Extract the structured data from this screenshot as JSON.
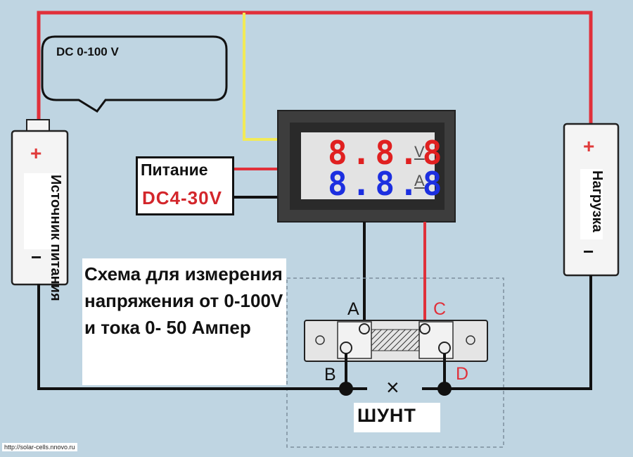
{
  "bubble": {
    "text": "DC 0-100 V"
  },
  "power_box": {
    "title": "Питание",
    "range": "DC4-30V"
  },
  "description": "Схема для измерения напряжения от 0-100V и тока 0- 50 Ампер",
  "source": {
    "label": "Источник питания",
    "plus": "+",
    "minus": "−"
  },
  "load": {
    "label": "Нагрузка",
    "plus": "+",
    "minus": "−"
  },
  "meter": {
    "voltage_display": "8.8.8",
    "voltage_unit": "V",
    "current_display": "8.8.8",
    "current_unit": "A"
  },
  "points": {
    "a": "A",
    "b": "B",
    "c": "C",
    "d": "D"
  },
  "shunt": {
    "label": "ШУНТ",
    "x_mark": "×"
  },
  "footer": {
    "url": "http://solar-cells.nnovo.ru"
  },
  "colors": {
    "background": "#bfd5e2",
    "positive_wire": "#e0303a",
    "negative_wire": "#111111",
    "signal_wire": "#f2ea57",
    "voltage_digits": "#e02020",
    "current_digits": "#1c2fe0"
  }
}
